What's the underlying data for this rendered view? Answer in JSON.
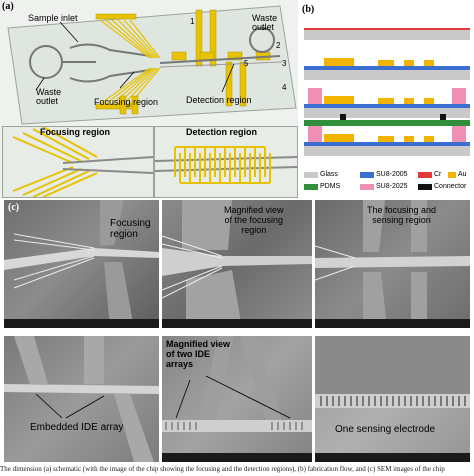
{
  "panel_a": {
    "letter": "(a)",
    "labels": {
      "sample_inlet": "Sample inlet",
      "waste_outlet_left": "Waste\noutlet",
      "focusing_region": "Focusing region",
      "detection_region": "Detection region",
      "waste_outlet_right": "Waste\noutlet",
      "n1": "1",
      "n2": "2",
      "n3": "3",
      "n4": "4",
      "n5": "5"
    },
    "inset_focusing": "Focusing region",
    "inset_detection": "Detection region"
  },
  "panel_b": {
    "letter": "(b)",
    "legend": [
      {
        "label": "Glass",
        "color": "#c9c9c9"
      },
      {
        "label": "SU8-2005",
        "color": "#3a6fd1"
      },
      {
        "label": "Cr",
        "color": "#e23a3a"
      },
      {
        "label": "Au",
        "color": "#f2b400"
      },
      {
        "label": "PDMS",
        "color": "#2f8f3a"
      },
      {
        "label": "SU8-2025",
        "color": "#ef8fb6"
      },
      {
        "label": "Connector",
        "color": "#111111"
      }
    ]
  },
  "panel_c": {
    "letter": "(c)",
    "images": [
      {
        "text": "Focusing\nregion"
      },
      {
        "text": "Magnified view\nof the focusing\nregion"
      },
      {
        "text": "The focusing and\nsensing region"
      },
      {
        "text": "Embedded IDE array"
      },
      {
        "text": "Magnified view\nof two IDE\narrays"
      },
      {
        "text": "One sensing electrode"
      }
    ]
  },
  "caption": "The dimension (a) schematic (with the image of the chip showing the focusing and the detection regions), (b) fabrication flow, and (c) SEM images of the chip"
}
